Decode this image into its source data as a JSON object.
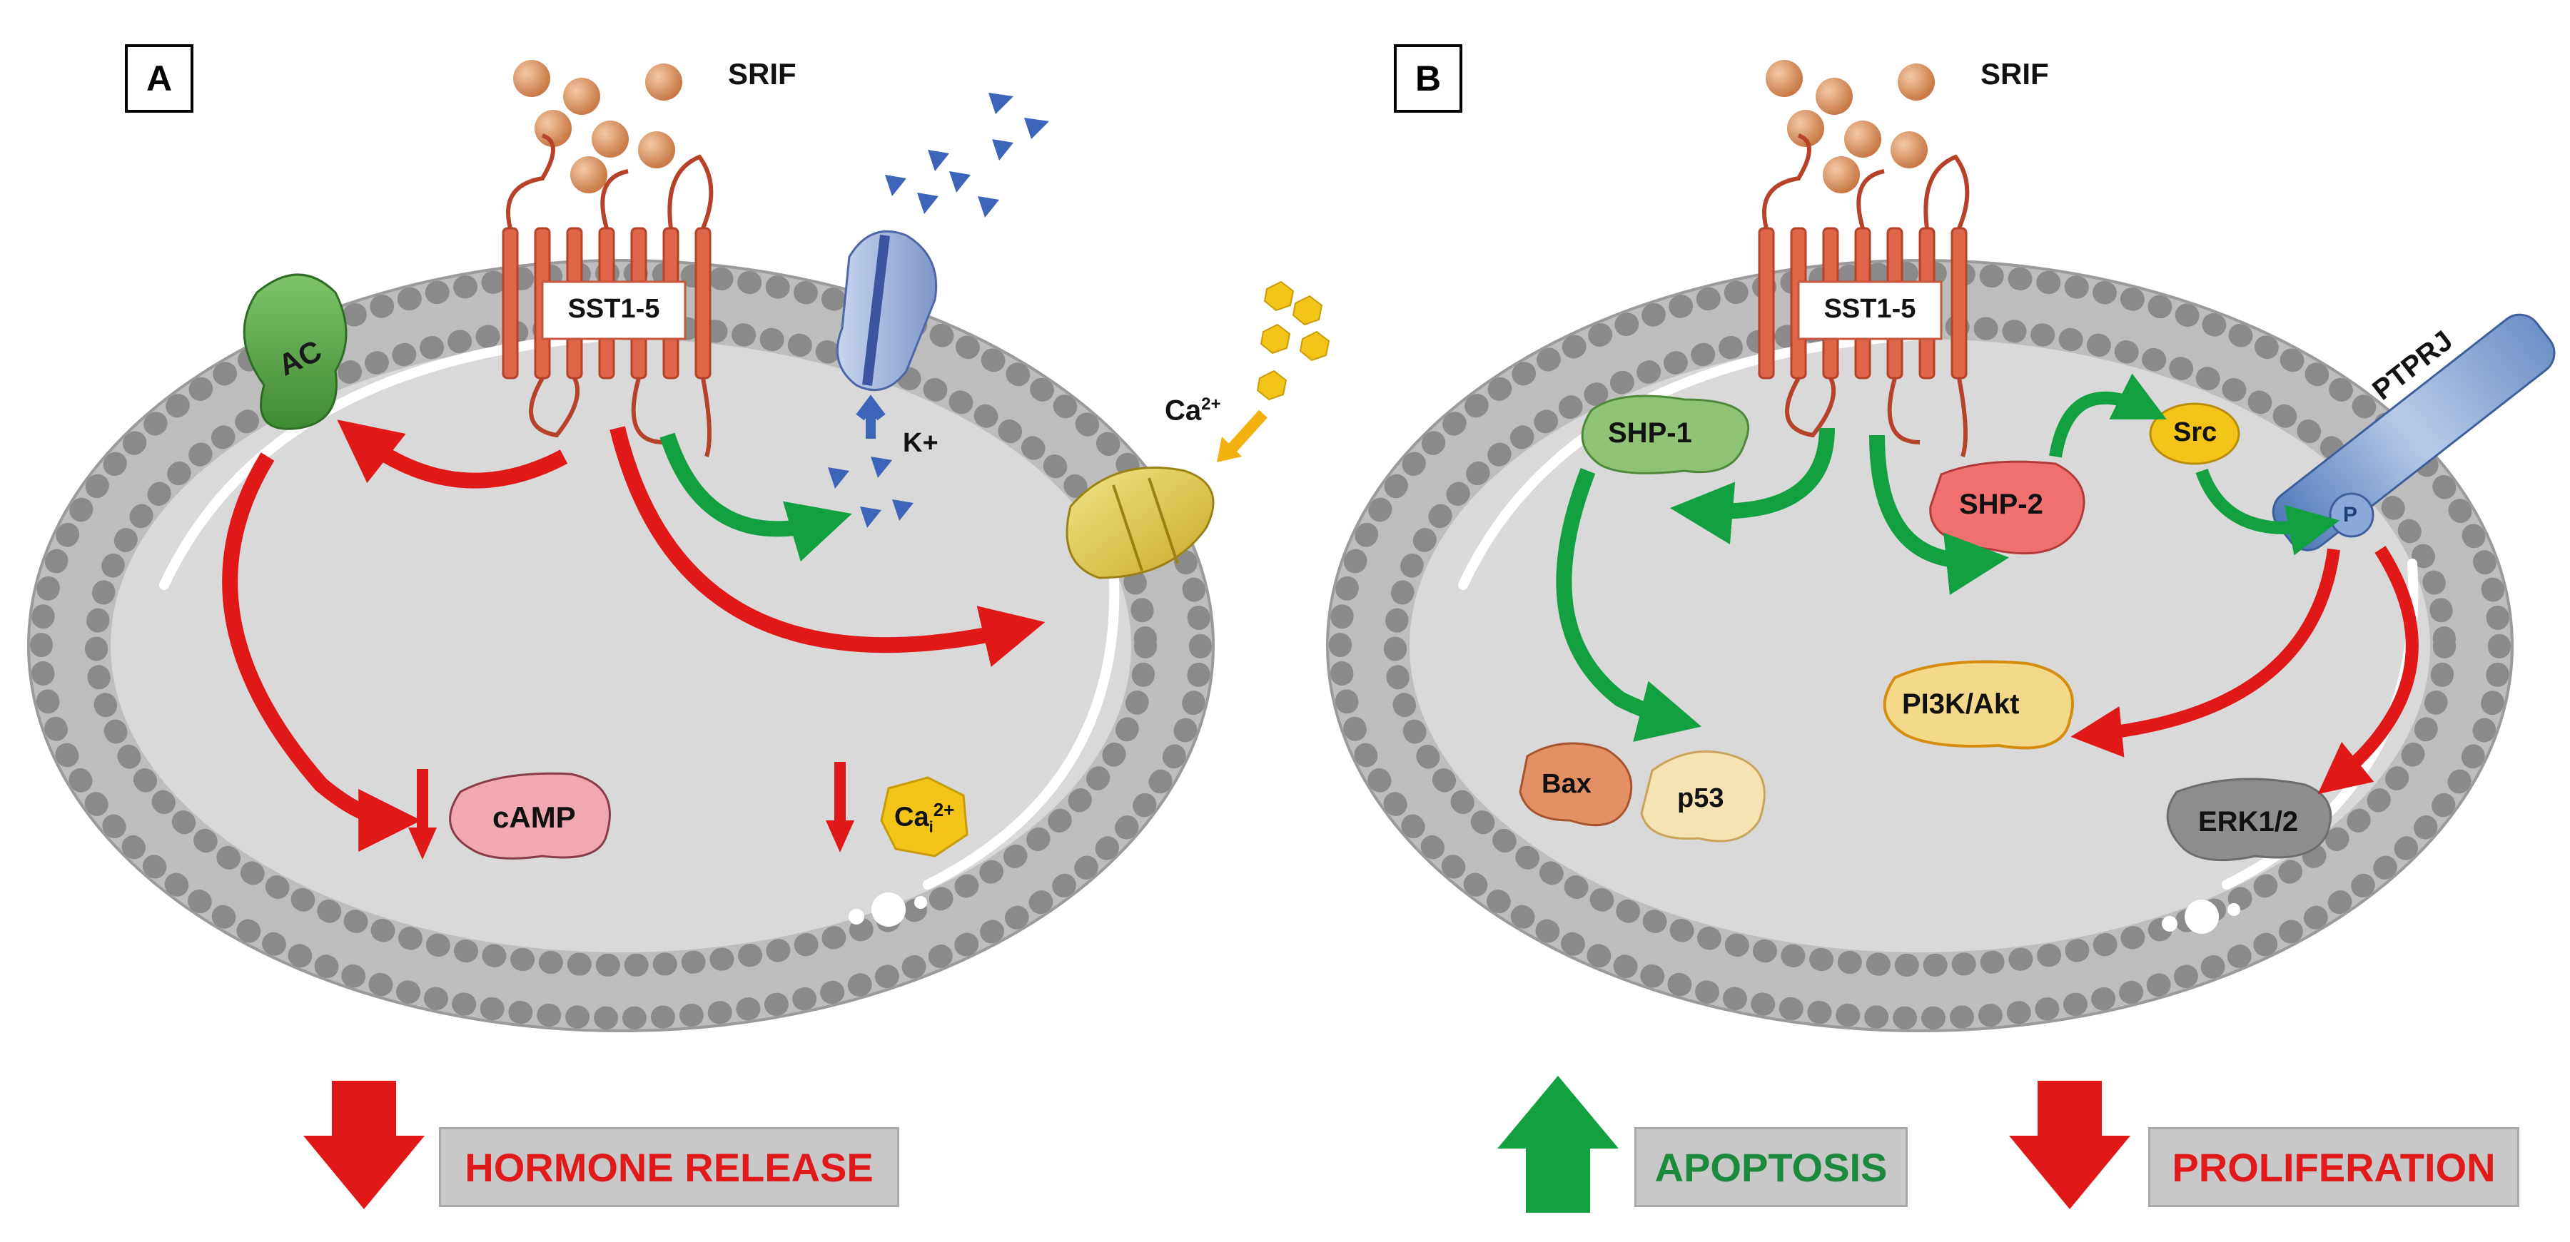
{
  "panels": [
    {
      "id": "A",
      "label": "A"
    },
    {
      "id": "B",
      "label": "B"
    }
  ],
  "panel_a": {
    "ligand": "SRIF",
    "receptor": "SST1-5",
    "ac": "AC",
    "k_channel": "K+",
    "ca_channel": "Ca",
    "ca_sup": "2+",
    "camp": "cAMP",
    "cai": "Ca",
    "cai_sub": "i",
    "cai_sup": "2+",
    "outcome": "HORMONE RELEASE"
  },
  "panel_b": {
    "ligand": "SRIF",
    "receptor": "SST1-5",
    "shp1": "SHP-1",
    "shp2": "SHP-2",
    "src": "Src",
    "ptprj": "PTPRJ",
    "p": "P",
    "pi3k": "PI3K/Akt",
    "bax": "Bax",
    "p53": "p53",
    "erk": "ERK1/2",
    "outcome_apoptosis": "APOPTOSIS",
    "outcome_proliferation": "PROLIFERATION"
  },
  "colors": {
    "inhibition_red": "#e01818",
    "activation_green": "#13a040",
    "apoptosis_text": "#1b8a3c",
    "decrease_text": "#e01a1a",
    "cytoplasm": "#d9d9d9",
    "membrane": "#bdbdbd",
    "receptor": "#e0664a",
    "srif_ball": "#d98b5f"
  }
}
